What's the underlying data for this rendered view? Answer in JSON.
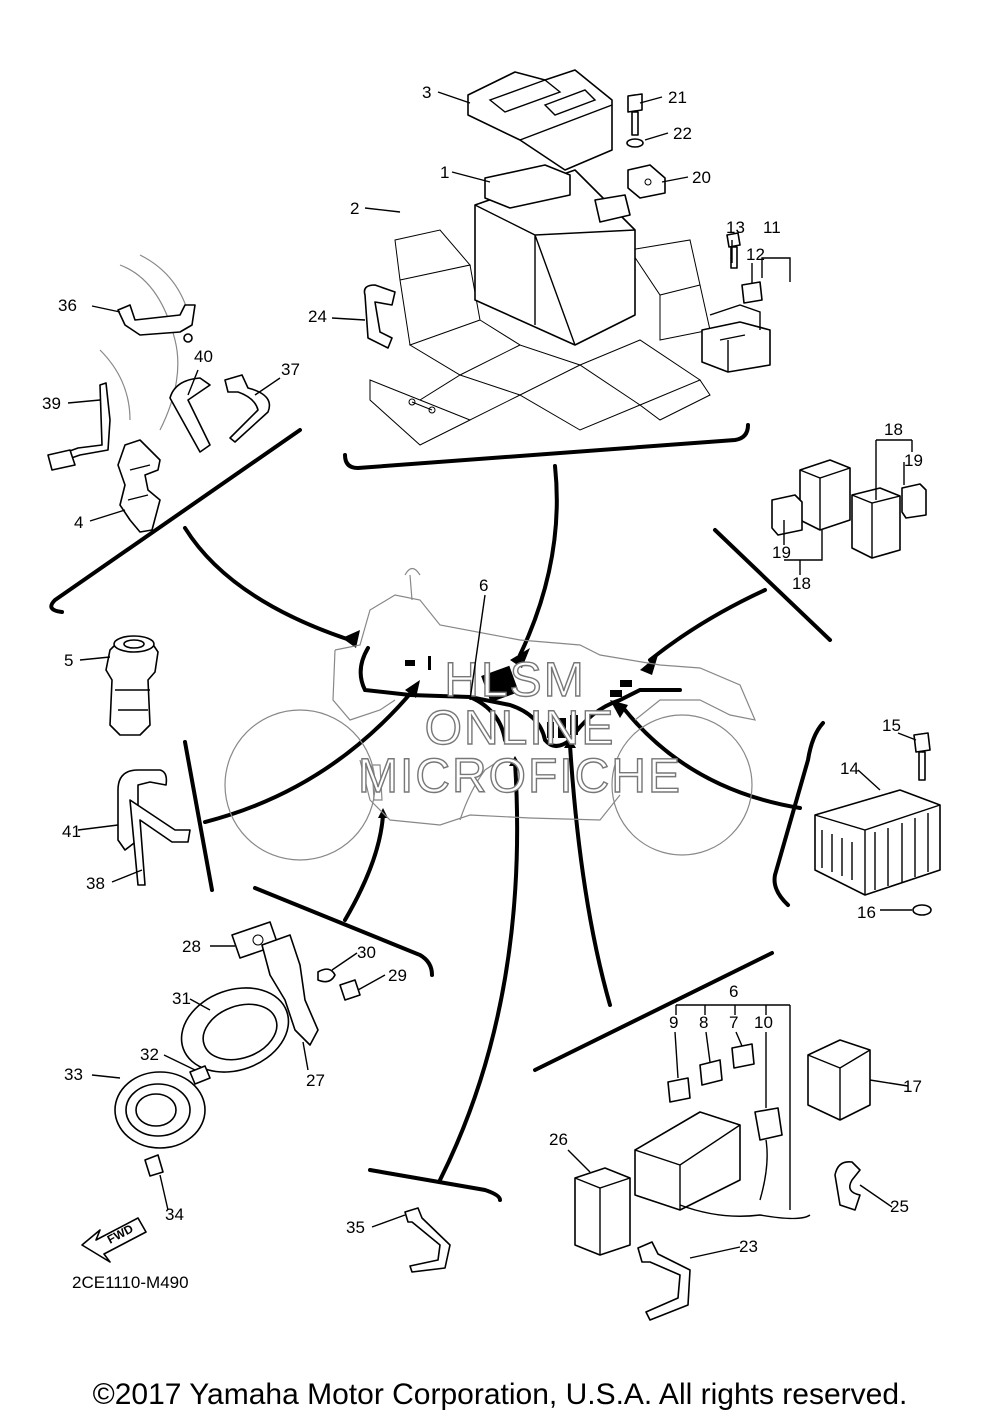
{
  "diagram": {
    "part_labels": [
      "1",
      "2",
      "3",
      "4",
      "5",
      "6",
      "6",
      "7",
      "8",
      "9",
      "10",
      "11",
      "12",
      "13",
      "14",
      "15",
      "16",
      "17",
      "18",
      "18",
      "19",
      "19",
      "20",
      "21",
      "22",
      "23",
      "24",
      "25",
      "26",
      "27",
      "28",
      "29",
      "30",
      "31",
      "32",
      "33",
      "34",
      "35",
      "36",
      "37",
      "38",
      "39",
      "40",
      "41"
    ],
    "watermark": [
      "HLSM",
      "ONLINE",
      "MICROFICHE"
    ],
    "drawing_code": "2CE1110-M490",
    "fwd_label": "FWD"
  },
  "footer": {
    "copyright": "©2017 Yamaha Motor Corporation, U.S.A. All rights reserved."
  }
}
